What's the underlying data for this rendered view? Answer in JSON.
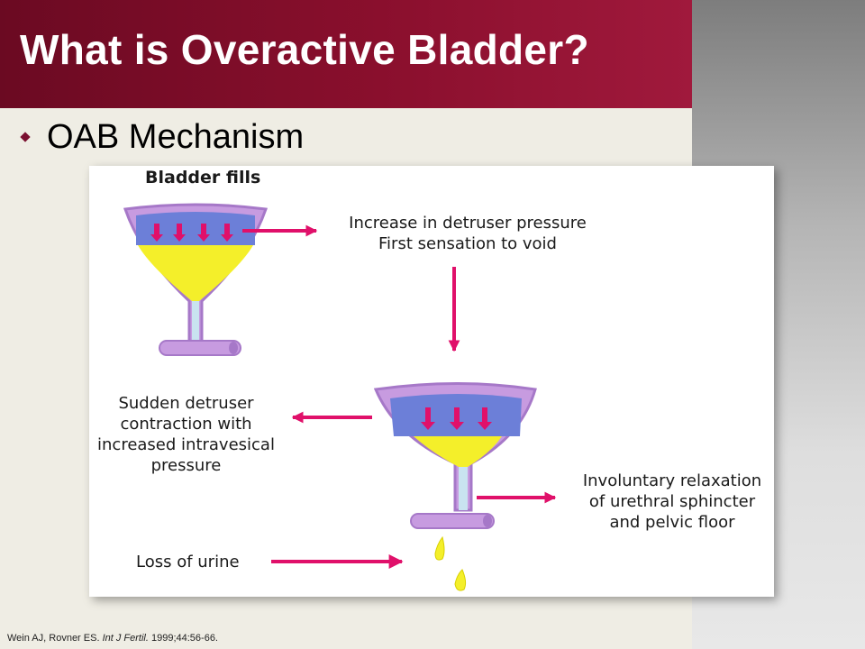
{
  "slide": {
    "title": "What is Overactive Bladder?",
    "bullet": "OAB Mechanism",
    "colors": {
      "title_band": "#8a0f2d",
      "arrow": "#e0106a",
      "bladder_wall": "#c79be0",
      "urine": "#f4ef2a",
      "muscle": "#6c7fd8"
    }
  },
  "diagram": {
    "heading": "Bladder fills",
    "step1_line1": "Increase in detruser pressure",
    "step1_line2": "First sensation to void",
    "step2_line1": "Sudden detruser",
    "step2_line2": "contraction with",
    "step2_line3": "increased intravesical",
    "step2_line4": "pressure",
    "step3_line1": "Involuntary relaxation",
    "step3_line2": "of urethral sphincter",
    "step3_line3": "and pelvic floor",
    "step4": "Loss of urine"
  },
  "citation": {
    "authors": "Wein AJ, Rovner ES.",
    "journal": "Int J Fertil.",
    "details": "1999;44:56-66."
  }
}
